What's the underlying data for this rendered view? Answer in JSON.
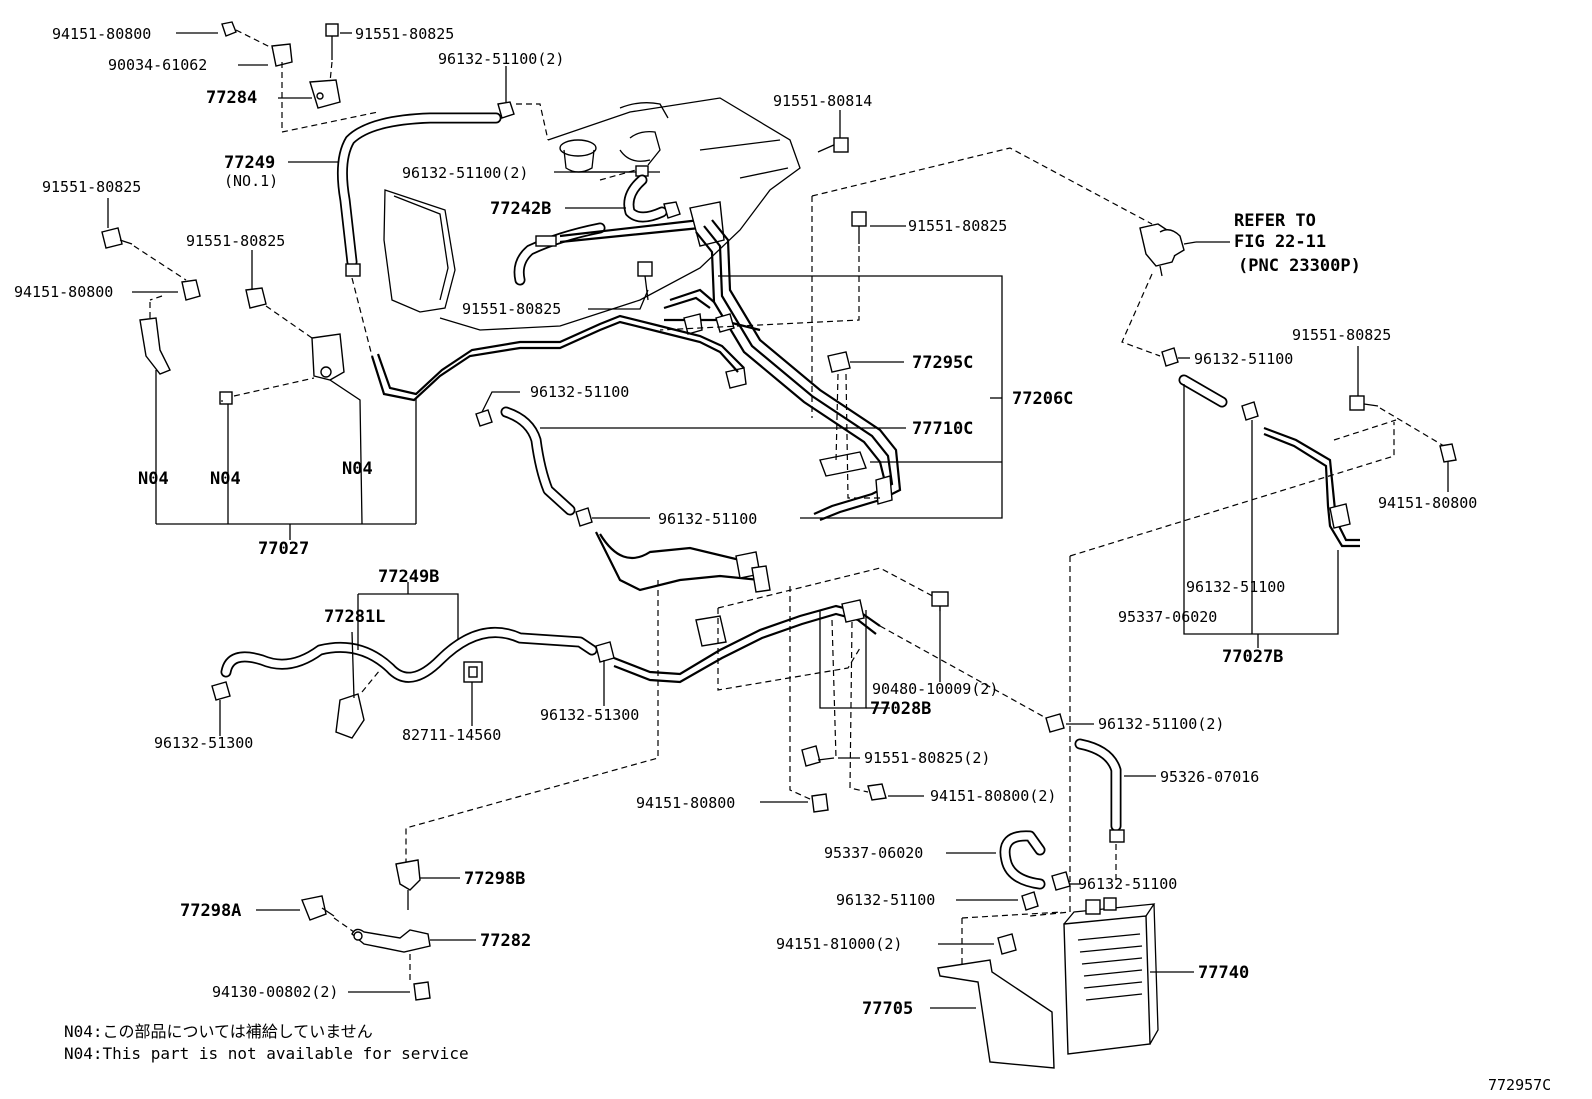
{
  "labels": {
    "p94151_80800_a": "94151-80800",
    "p91551_80825_a": "91551-80825",
    "p90034_61062": "90034-61062",
    "p77284": "77284",
    "p96132_51100_2_a": "96132-51100(2)",
    "p91551_80814": "91551-80814",
    "p77249": "77249",
    "p77249_no1": "(NO.1)",
    "p96132_51100_2_b": "96132-51100(2)",
    "p77242b": "77242B",
    "p91551_80825_b": "91551-80825",
    "p91551_80825_c": "91551-80825",
    "p94151_80800_b": "94151-80800",
    "p91551_80825_d": "91551-80825",
    "p91551_80825_e": "91551-80825",
    "refer_1": "REFER TO",
    "refer_2": "FIG 22-11",
    "refer_3": "(PNC 23300P)",
    "p91551_80825_f": "91551-80825",
    "p96132_51100_a": "96132-51100",
    "p77295c": "77295C",
    "p77206c": "77206C",
    "p96132_51100_b": "96132-51100",
    "p77710c": "77710C",
    "n04_a": "N04",
    "n04_b": "N04",
    "n04_c": "N04",
    "p94151_80800_c": "94151-80800",
    "p96132_51100_c": "96132-51100",
    "p77027": "77027",
    "p77249b": "77249B",
    "p77281l": "77281L",
    "p96132_51100_d": "96132-51100",
    "p95337_06020_a": "95337-06020",
    "p77027b": "77027B",
    "p90480_10009": "90480-10009(2)",
    "p96132_51300_a": "96132-51300",
    "p82711_14560": "82711-14560",
    "p96132_51300_b": "96132-51300",
    "p77028b": "77028B",
    "p96132_51100_2_c": "96132-51100(2)",
    "p91551_80825_2": "91551-80825(2)",
    "p95326_07016": "95326-07016",
    "p94151_80800_d": "94151-80800",
    "p94151_80800_2": "94151-80800(2)",
    "p95337_06020_b": "95337-06020",
    "p77298b": "77298B",
    "p96132_51100_e": "96132-51100",
    "p96132_51100_f": "96132-51100",
    "p77298a": "77298A",
    "p77282": "77282",
    "p94151_81000": "94151-81000(2)",
    "p77740": "77740",
    "p94130_00802": "94130-00802(2)",
    "p77705": "77705"
  },
  "notes": {
    "jp": "N04:この部品については補給していません",
    "en": "N04:This part is not available for service"
  },
  "figure_id": "772957C"
}
